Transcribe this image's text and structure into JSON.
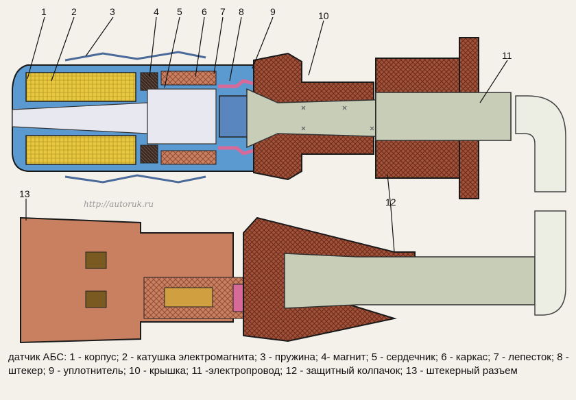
{
  "callouts": [
    "1",
    "2",
    "3",
    "4",
    "5",
    "6",
    "7",
    "8",
    "9",
    "10",
    "11",
    "12",
    "13"
  ],
  "watermark": "http://autoruk.ru",
  "caption": "датчик АБС: 1 - корпус; 2 - катушка электромагнита; 3 - пружина; 4- магнит; 5 - сердечник; 6 - каркас; 7 - лепесток; 8 - штекер; 9 - уплотнитель; 10 - крышка; 11 -электропровод; 12 - защитный колпачок; 13 - штекерный разъем",
  "colors": {
    "body_blue": "#5a9ad0",
    "coil_yellow": "#e8c840",
    "brown_cap": "#a0523a",
    "connector_tan": "#c88060",
    "wire_gray": "#c8cdb8",
    "pink": "#d86a9a",
    "core_white": "#e8e8f0"
  },
  "icons": [
    "abs-sensor-cross-section",
    "plug-connector-cross-section"
  ]
}
